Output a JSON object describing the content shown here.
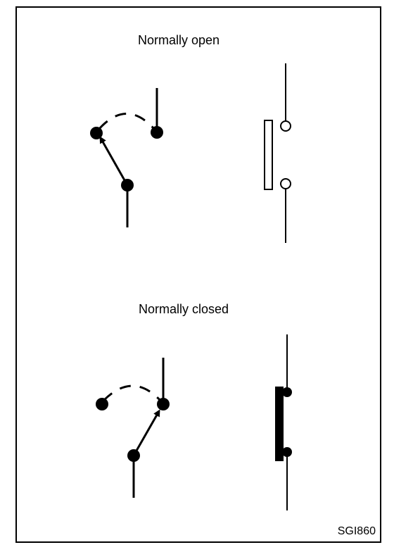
{
  "sections": [
    {
      "label": "Normally open"
    },
    {
      "label": "Normally closed"
    }
  ],
  "figure_code": "SGI860",
  "colors": {
    "ink": "#000000",
    "background": "#ffffff"
  }
}
